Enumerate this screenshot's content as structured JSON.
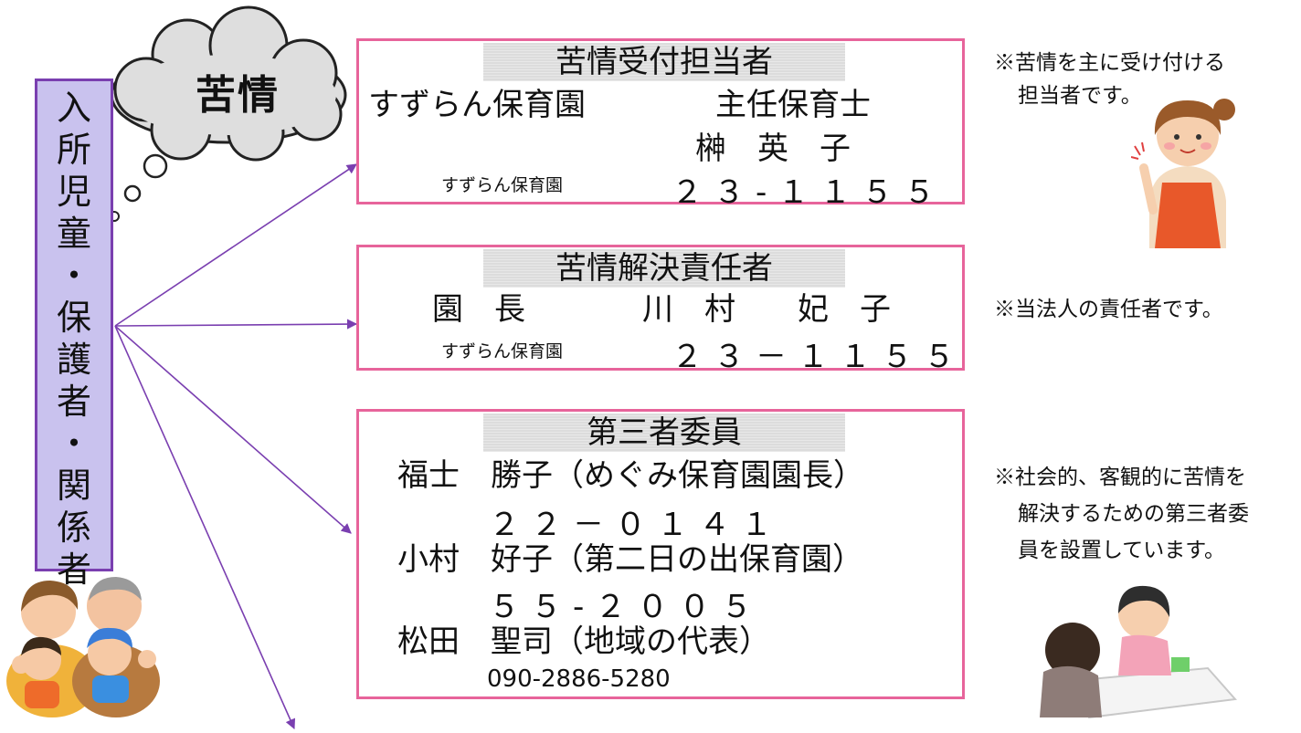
{
  "label_chars": [
    "入",
    "所",
    "児",
    "童",
    "・",
    "保",
    "護",
    "者",
    "・",
    "関",
    "係",
    "者"
  ],
  "cloud_text": "苦情",
  "box1": {
    "title": "苦情受付担当者",
    "org": "すずらん保育園",
    "role": "主任保育士",
    "name": "榊　英　子",
    "small_org": "すずらん保育園",
    "tel": "２３-１１５５"
  },
  "box2": {
    "title": "苦情解決責任者",
    "role": "園　長",
    "name": "川　村　　妃　子",
    "small_org": "すずらん保育園",
    "tel": "２３－１１５５"
  },
  "box3": {
    "title": "第三者委員",
    "members": [
      {
        "name": "福士　勝子（めぐみ保育園園長）",
        "tel": "２２－０１４１"
      },
      {
        "name": "小村　好子（第二日の出保育園）",
        "tel": "５５-２００５"
      },
      {
        "name": "松田　聖司（地域の代表）",
        "tel": "090-2886-5280"
      }
    ]
  },
  "notes": {
    "note1": [
      "※苦情を主に受け付ける",
      "担当者です。"
    ],
    "note2": "※当法人の責任者です。",
    "note3": [
      "※社会的、客観的に苦情を",
      "解決するための第三者委",
      "員を設置しています。"
    ]
  },
  "colors": {
    "box_border": "#e7649b",
    "arrow": "#7a3fb0",
    "label_fill": "#c9c2ee"
  }
}
